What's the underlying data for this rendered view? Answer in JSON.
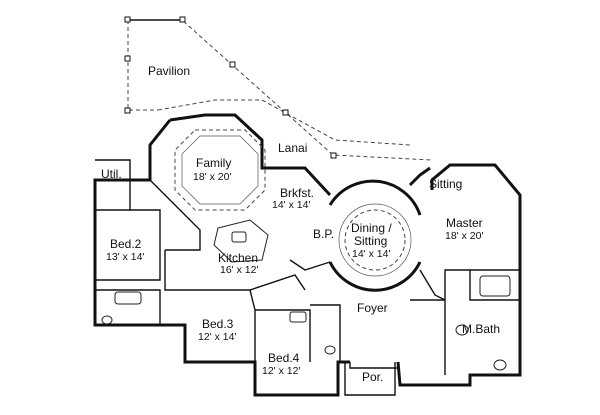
{
  "rooms": {
    "pavilion": {
      "name": "Pavilion"
    },
    "lanai": {
      "name": "Lanai"
    },
    "family": {
      "name": "Family",
      "size": "18' x 20'"
    },
    "util": {
      "name": "Util."
    },
    "brkfst": {
      "name": "Brkfst.",
      "size": "14' x 14'"
    },
    "dining": {
      "name": "Dining /",
      "name2": "Sitting",
      "size": "14' x 14'"
    },
    "sitting": {
      "name": "Sitting"
    },
    "master": {
      "name": "Master",
      "size": "18' x 20'"
    },
    "bed2": {
      "name": "Bed.2",
      "size": "13' x 14'"
    },
    "bp": {
      "name": "B.P."
    },
    "kitchen": {
      "name": "Kitchen",
      "size": "16' x 12'"
    },
    "foyer": {
      "name": "Foyer"
    },
    "bed3": {
      "name": "Bed.3",
      "size": "12' x 14'"
    },
    "bed4": {
      "name": "Bed.4",
      "size": "12' x 12'"
    },
    "mbath": {
      "name": "M.Bath"
    },
    "porch": {
      "name": "Por."
    }
  }
}
